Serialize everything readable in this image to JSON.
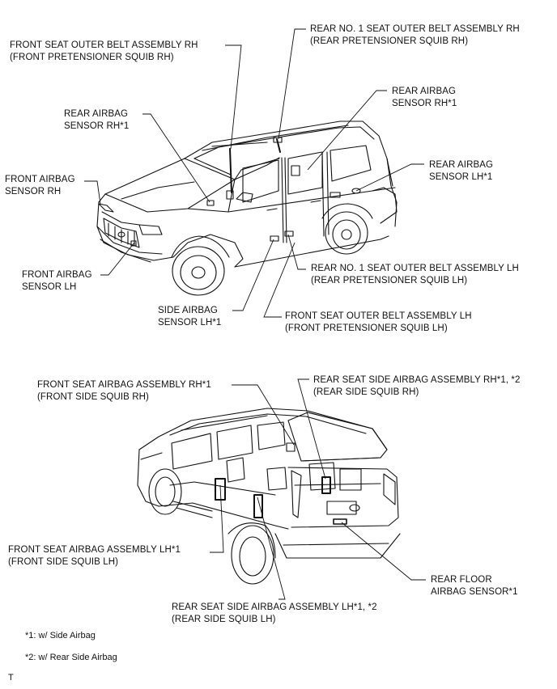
{
  "top_labels": {
    "front_belt_rh": [
      "FRONT SEAT OUTER BELT ASSEMBLY RH",
      "(FRONT PRETENSIONER SQUIB RH)"
    ],
    "rear_belt_rh": [
      "REAR NO. 1 SEAT OUTER BELT ASSEMBLY RH",
      "(REAR PRETENSIONER SQUIB RH)"
    ],
    "rear_airbag_sensor_rh_left": [
      "REAR AIRBAG",
      "SENSOR RH*1"
    ],
    "rear_airbag_sensor_rh_right": [
      "REAR AIRBAG",
      "SENSOR RH*1"
    ],
    "rear_airbag_sensor_lh": [
      "REAR AIRBAG",
      "SENSOR LH*1"
    ],
    "front_airbag_sensor_rh": [
      "FRONT AIRBAG",
      "SENSOR RH"
    ],
    "front_airbag_sensor_lh": [
      "FRONT AIRBAG",
      "SENSOR LH"
    ],
    "rear_belt_lh": [
      "REAR NO. 1 SEAT OUTER BELT ASSEMBLY LH",
      "(REAR PRETENSIONER SQUIB LH)"
    ],
    "side_airbag_sensor_lh": [
      "SIDE AIRBAG",
      "SENSOR LH*1"
    ],
    "front_belt_lh": [
      "FRONT SEAT OUTER BELT ASSEMBLY LH",
      "(FRONT PRETENSIONER SQUIB LH)"
    ]
  },
  "bottom_labels": {
    "front_seat_airbag_rh": [
      "FRONT SEAT AIRBAG ASSEMBLY RH*1",
      "(FRONT SIDE SQUIB RH)"
    ],
    "rear_seat_side_airbag_rh": [
      "REAR SEAT SIDE AIRBAG ASSEMBLY RH*1, *2",
      "(REAR SIDE SQUIB RH)"
    ],
    "front_seat_airbag_lh": [
      "FRONT SEAT AIRBAG ASSEMBLY LH*1",
      "(FRONT SIDE SQUIB LH)"
    ],
    "rear_floor_airbag_sensor": [
      "REAR FLOOR",
      "AIRBAG SENSOR*1"
    ],
    "rear_seat_side_airbag_lh": [
      "REAR SEAT SIDE AIRBAG ASSEMBLY LH*1, *2",
      "(REAR SIDE SQUIB LH)"
    ]
  },
  "notes": {
    "note1": "*1: w/ Side Airbag",
    "note2": "*2: w/ Rear Side Airbag",
    "corner": "T"
  },
  "colors": {
    "line": "#111111",
    "background": "#ffffff"
  }
}
